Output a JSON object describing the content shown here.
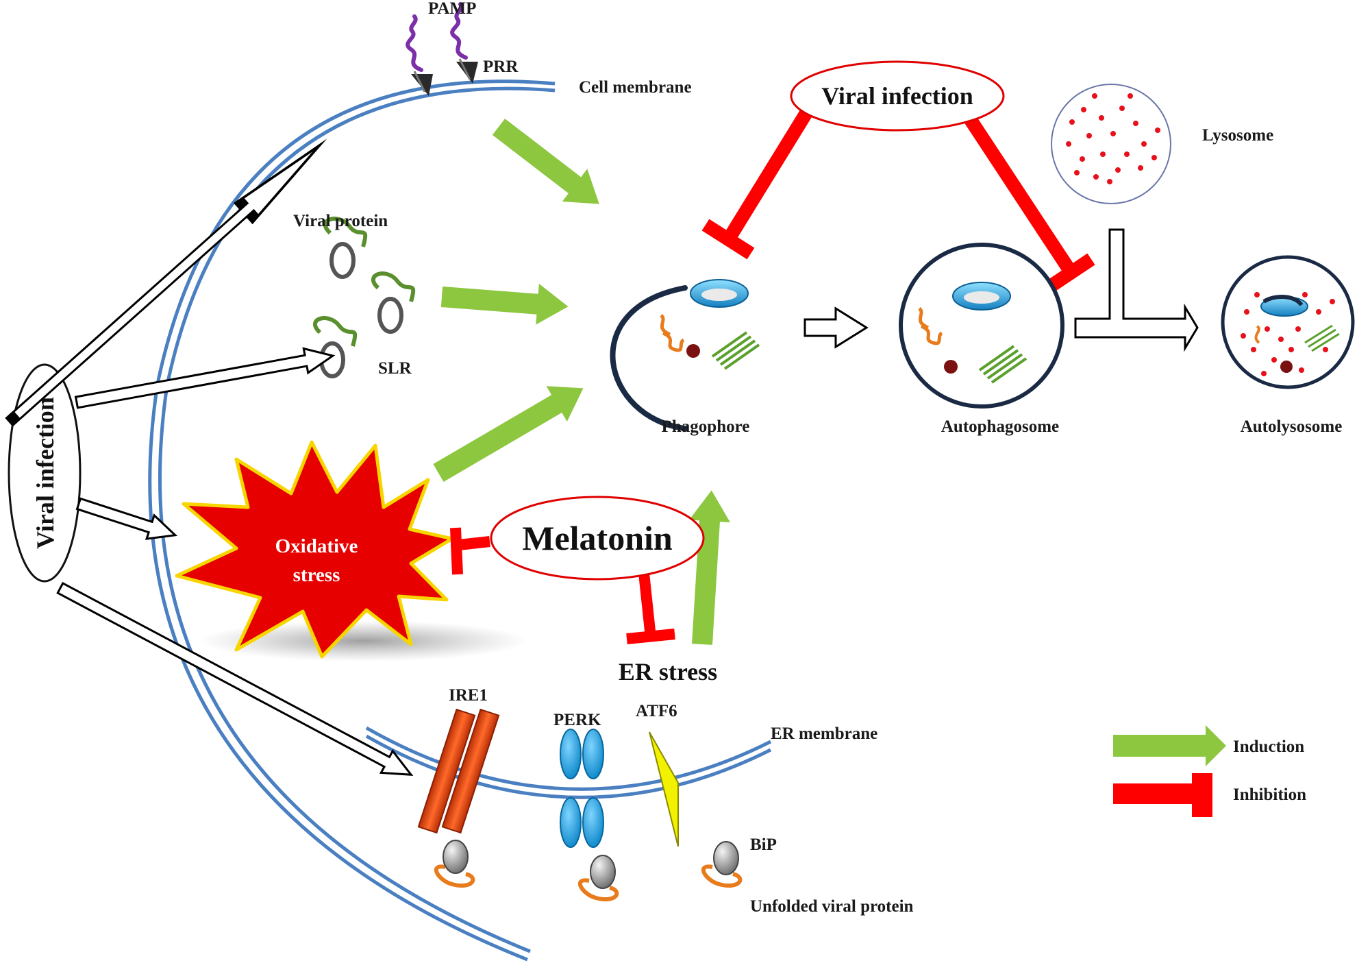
{
  "labels": {
    "pamp": "PAMP",
    "prr": "PRR",
    "cell_membrane": "Cell membrane",
    "viral_protein": "Viral protein",
    "slr": "SLR",
    "viral_infection_left": "Viral infection",
    "viral_infection_top": "Viral infection",
    "oxidative_line1": "Oxidative",
    "oxidative_line2": "stress",
    "melatonin": "Melatonin",
    "er_stress": "ER stress",
    "ire1": "IRE1",
    "perk": "PERK",
    "atf6": "ATF6",
    "er_membrane": "ER membrane",
    "bip": "BiP",
    "unfolded_viral_protein": "Unfolded viral protein",
    "phagophore": "Phagophore",
    "autophagosome": "Autophagosome",
    "autolysosome": "Autolysosome",
    "lysosome": "Lysosome"
  },
  "legend": {
    "induction": "Induction",
    "inhibition": "Inhibition"
  },
  "colors": {
    "induction": "#8dc63f",
    "inhibition": "#ff0000",
    "membrane": "#4a7fc1",
    "oxidative_fill": "#e00000",
    "oxidative_edge": "#f7d600",
    "ire1": "#e84a10",
    "perk": "#1aa3e0",
    "atf6": "#f2f200",
    "cargo_protein": "#e87b1c",
    "cargo_particle": "#7a1212",
    "cargo_fibers": "#5aa02c",
    "lysosome_dots": "#e8101a"
  }
}
